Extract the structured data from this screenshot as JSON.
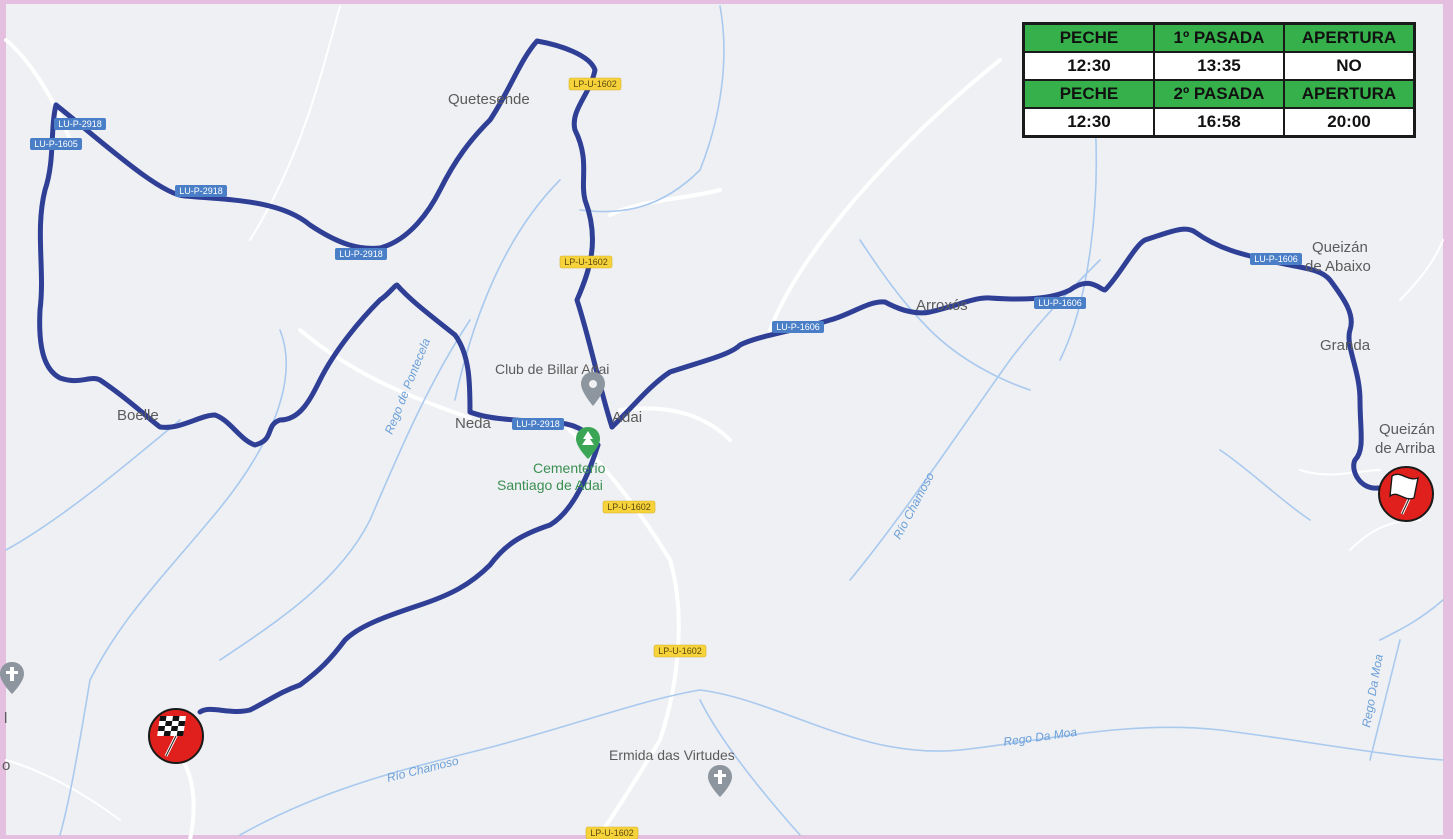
{
  "places": {
    "quetesende": "Quetesende",
    "boelle": "Boelle",
    "neda": "Neda",
    "adai": "Adai",
    "arroxos": "Arroxós",
    "queizan_abaixo_1": "Queizán",
    "queizan_abaixo_2": "de Abaixo",
    "granda": "Granda",
    "queizan_arriba_1": "Queizán",
    "queizan_arriba_2": "de Arriba",
    "left_edge_l": "l",
    "left_edge_o": "o"
  },
  "pois": {
    "club": "Club de Billar Adai",
    "cemetery_1": "Cementerio",
    "cemetery_2": "Santiago de Adai",
    "ermida": "Ermida das Virtudes"
  },
  "rivers": {
    "pontecela": "Rego de Pontecela",
    "chamoso_1": "Río Chamoso",
    "chamoso_2": "Río Chamoso",
    "moa_1": "Rego Da Moa",
    "moa_2": "Rego Da Moa"
  },
  "roads": {
    "lup2918": "LU-P-2918",
    "lup1605": "LU-P-1605",
    "lup1606": "LU-P-1606",
    "lpu1602": "LP-U-1602"
  },
  "schedule": {
    "rows": [
      [
        "PECHE",
        "1º PASADA",
        "APERTURA"
      ],
      [
        "12:30",
        "13:35",
        "NO"
      ],
      [
        "PECHE",
        "2º PASADA",
        "APERTURA"
      ],
      [
        "12:30",
        "16:58",
        "20:00"
      ]
    ]
  },
  "colors": {
    "route": "#2f3f96",
    "header_green": "#36b04a",
    "marker_red": "#e0201d",
    "road_label_blue": "#4a7fc8",
    "road_label_yellow": "#f6d23b",
    "water": "#a9c9ef"
  },
  "icons": {
    "start": "checkered-flag-icon",
    "finish": "white-flag-icon",
    "club": "map-pin-icon",
    "cemetery": "tree-pin-icon",
    "church": "cross-pin-icon"
  }
}
